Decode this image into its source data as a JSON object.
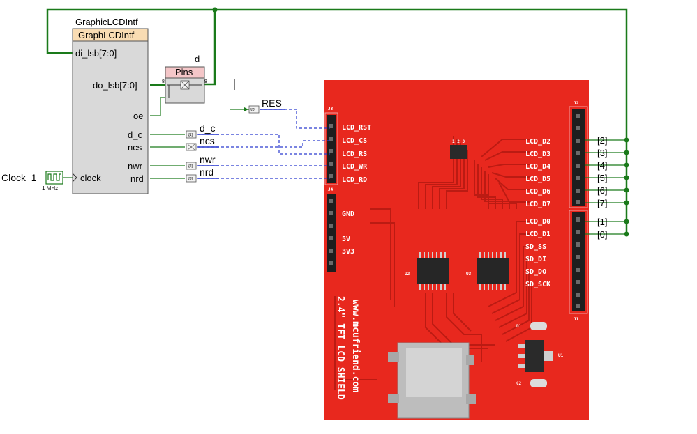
{
  "component": {
    "instance_name": "GraphicLCDIntf",
    "type_label": "GraphLCDIntf",
    "ports_left": [
      "di_lsb[7:0]",
      "clock"
    ],
    "ports_right": [
      "do_lsb[7:0]",
      "oe",
      "d_c",
      "ncs",
      "nwr",
      "nrd"
    ]
  },
  "pins": {
    "instance_name": "d",
    "type_label": "Pins",
    "bus_width_in": "8",
    "bus_width_out": "8"
  },
  "clock": {
    "name": "Clock_1",
    "frequency": "1 MHz"
  },
  "output_pins": {
    "res": {
      "label": "RES",
      "tag": "\\[0]"
    },
    "dc": {
      "label": "d_c",
      "tag": "\\[1]"
    },
    "ncs": {
      "label": "ncs",
      "tag": "\\[ ]"
    },
    "nwr": {
      "label": "nwr",
      "tag": "\\[2]"
    },
    "nrd": {
      "label": "nrd",
      "tag": "\\[3]"
    }
  },
  "lcd_shield": {
    "title": "2.4\" TFT LCD SHIELD",
    "url": "www.mcufriend.com",
    "control_pins": [
      "LCD_RST",
      "LCD_CS",
      "LCD_RS",
      "LCD_WR",
      "LCD_RD"
    ],
    "power_pins": [
      "GND",
      "5V",
      "3V3"
    ],
    "data_pins_top": [
      "LCD_D2",
      "LCD_D3",
      "LCD_D4",
      "LCD_D5",
      "LCD_D6",
      "LCD_D7"
    ],
    "data_pins_bottom": [
      "LCD_D0",
      "LCD_D1",
      "SD_SS",
      "SD_DI",
      "SD_DO",
      "SD_SCK"
    ],
    "silk": {
      "j3": "J3",
      "j4": "J4",
      "j1": "J1",
      "j2": "J2",
      "u2": "U2",
      "u3": "U3",
      "u1": "U1",
      "d1": "D1",
      "c2": "C2",
      "jumper": "1 2 3"
    }
  },
  "bus_indices_top": [
    "[2]",
    "[3]",
    "[4]",
    "[5]",
    "[6]",
    "[7]"
  ],
  "bus_indices_bottom": [
    "[1]",
    "[0]"
  ],
  "colors": {
    "wire": "#1a7a1a",
    "dashed": "#2a3acf",
    "pcb_red": "#e8281e",
    "header_fill": "#f9dcb3",
    "pins_header": "#f4c6c8",
    "component_fill": "#d9d9d9"
  }
}
